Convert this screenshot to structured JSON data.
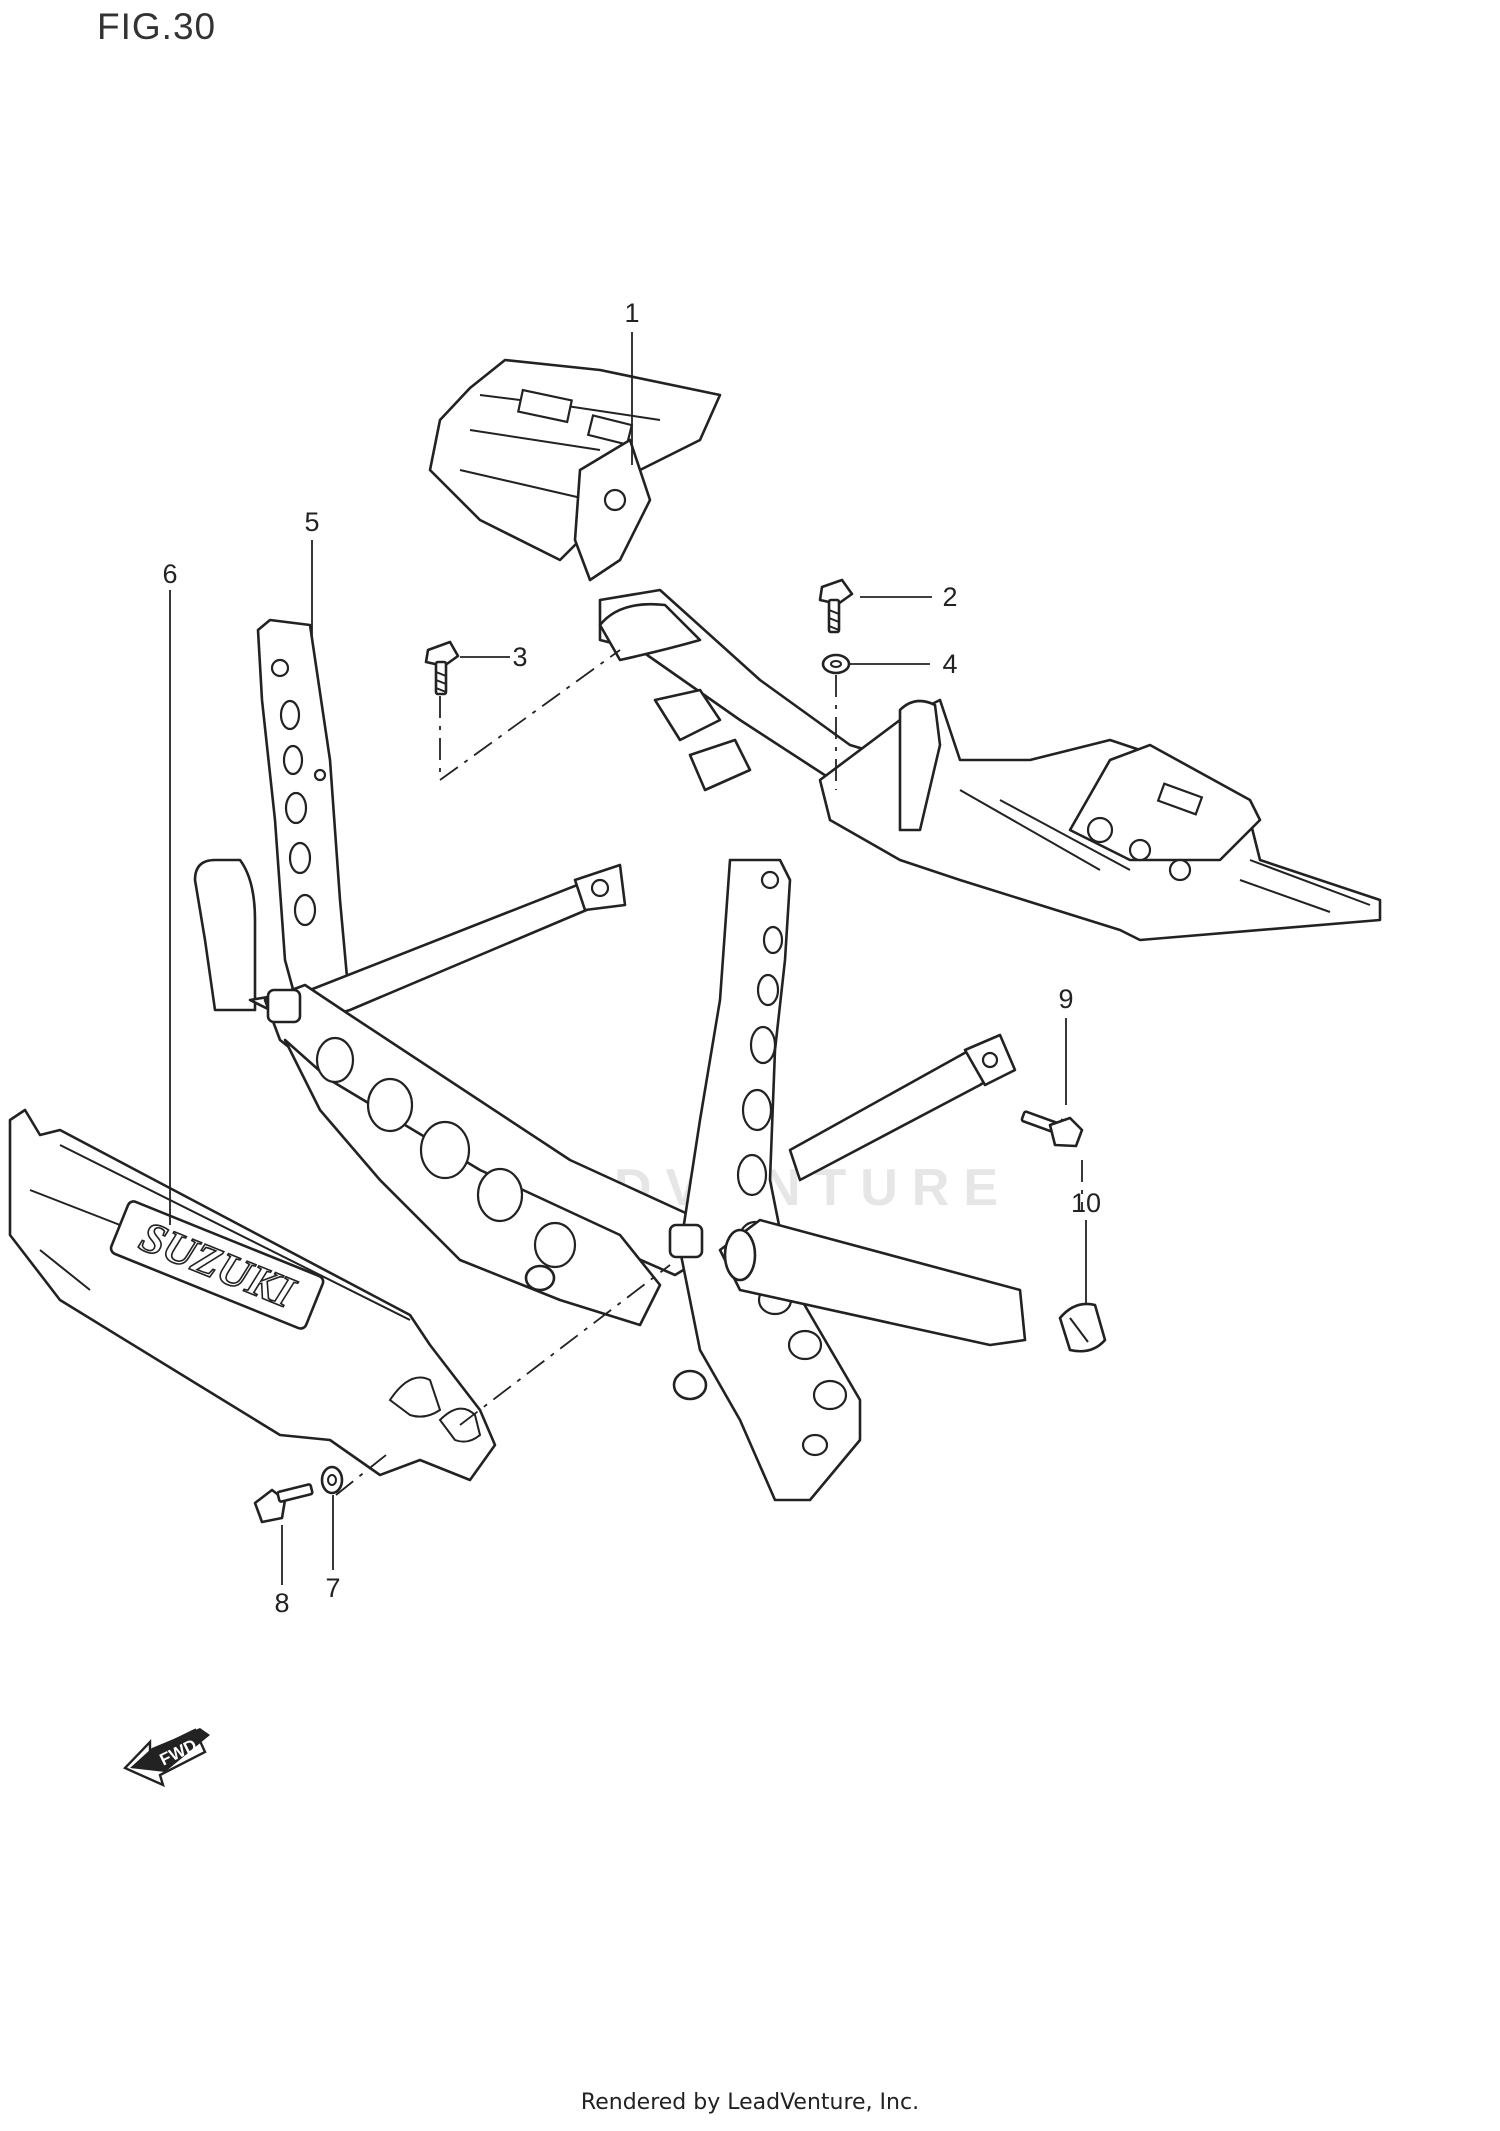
{
  "figure": {
    "title": "FIG.30"
  },
  "watermark": "LEADVENTURE",
  "callouts": [
    "1",
    "2",
    "3",
    "4",
    "5",
    "6",
    "7",
    "8",
    "9",
    "10"
  ],
  "emblems": {
    "brand": "SUZUKI",
    "direction": "FWD"
  },
  "footer": "Rendered by LeadVenture, Inc."
}
